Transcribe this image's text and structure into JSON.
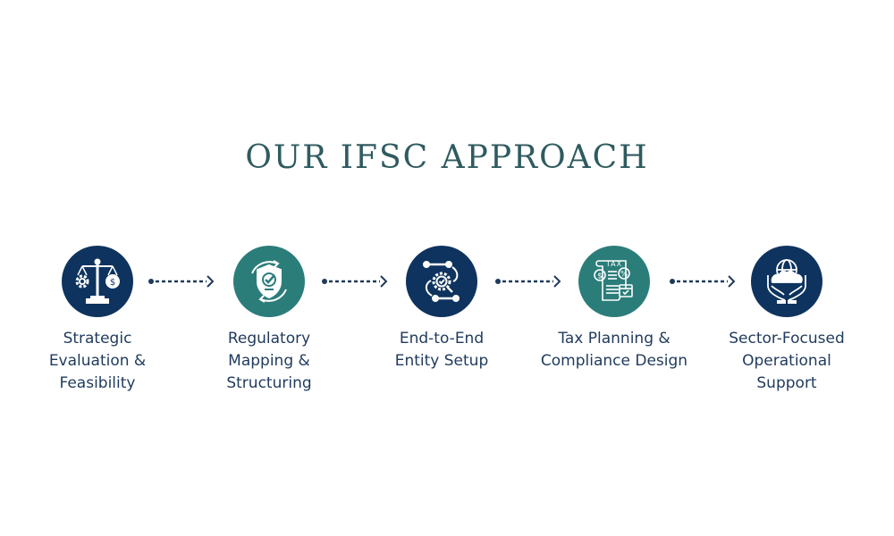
{
  "title": "OUR IFSC APPROACH",
  "colors": {
    "navy": "#0e335e",
    "teal": "#2b7d7a",
    "title": "#2f5b5f",
    "text": "#1f3a5c"
  },
  "steps": [
    {
      "label": "Strategic\nEvaluation &\nFeasibility",
      "icon": "scale-balance-icon",
      "color": "#0e335e"
    },
    {
      "label": "Regulatory\nMapping &\nStructuring",
      "icon": "shield-check-icon",
      "color": "#2b7d7a"
    },
    {
      "label": "End-to-End\nEntity Setup",
      "icon": "gear-workflow-icon",
      "color": "#0e335e"
    },
    {
      "label": "Tax Planning &\nCompliance Design",
      "icon": "tax-document-icon",
      "color": "#2b7d7a"
    },
    {
      "label": "Sector-Focused\nOperational\nSupport",
      "icon": "hands-globe-icon",
      "color": "#0e335e"
    }
  ]
}
